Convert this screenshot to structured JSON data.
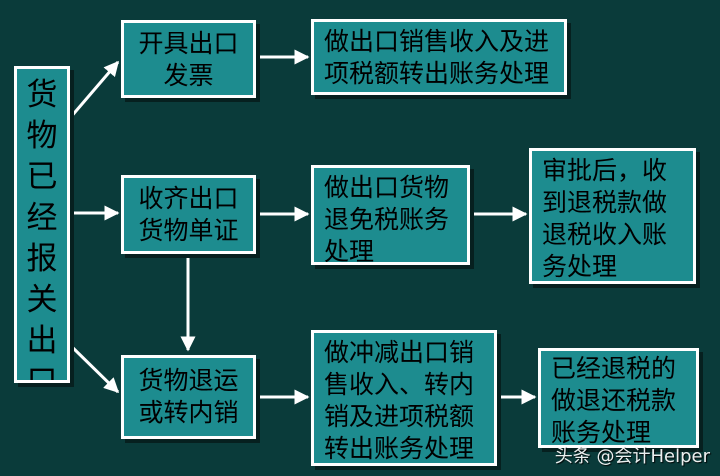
{
  "diagram": {
    "root": "货物已经报关出口",
    "steps": [
      {
        "id": "invoice",
        "label": "开具出口发票"
      },
      {
        "id": "collect",
        "label": "收齐出口货物单证"
      },
      {
        "id": "return",
        "label": "货物退运或转内销"
      }
    ],
    "results": [
      {
        "id": "sales",
        "label": "做出口销售收入及进项税额转出账务处理"
      },
      {
        "id": "refund",
        "label": "做出口货物退免税账务处理"
      },
      {
        "id": "offset",
        "label": "做冲减出口销售收入、转内销及进项税额转出账务处理"
      }
    ],
    "finals": [
      {
        "id": "approval",
        "label": "审批后，收到退税款做退税收入账务处理"
      },
      {
        "id": "returned",
        "label": "已经退税的做退还税款账务处理"
      }
    ]
  },
  "colors": {
    "background": "#0a3b3a",
    "box_fill": "#1d8c8f",
    "border": "#ffffff",
    "arrow": "#ffffff"
  },
  "watermark": "头条 @会计Helper"
}
